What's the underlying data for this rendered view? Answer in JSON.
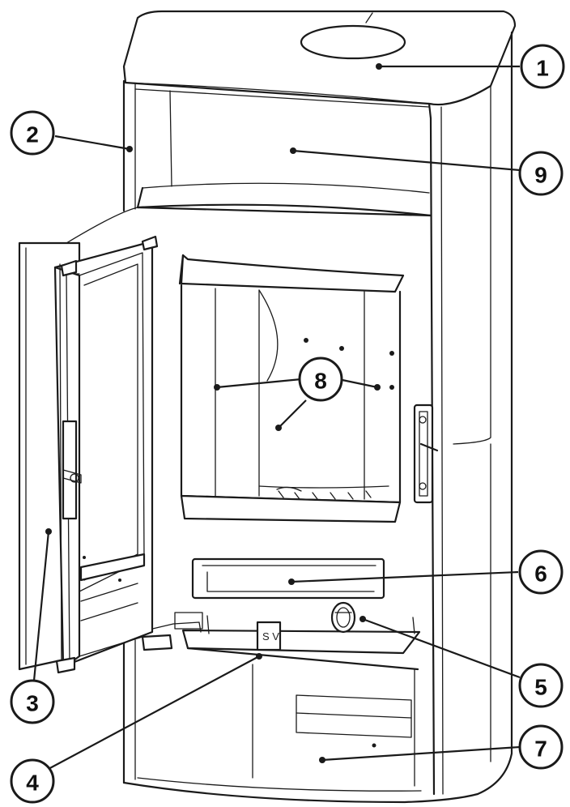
{
  "callouts": [
    {
      "id": "callout-1",
      "label": "1"
    },
    {
      "id": "callout-2",
      "label": "2"
    },
    {
      "id": "callout-3",
      "label": "3"
    },
    {
      "id": "callout-4",
      "label": "4"
    },
    {
      "id": "callout-5",
      "label": "5"
    },
    {
      "id": "callout-6",
      "label": "6"
    },
    {
      "id": "callout-7",
      "label": "7"
    },
    {
      "id": "callout-8",
      "label": "8"
    },
    {
      "id": "callout-9",
      "label": "9"
    }
  ],
  "stamp_text": "S V"
}
